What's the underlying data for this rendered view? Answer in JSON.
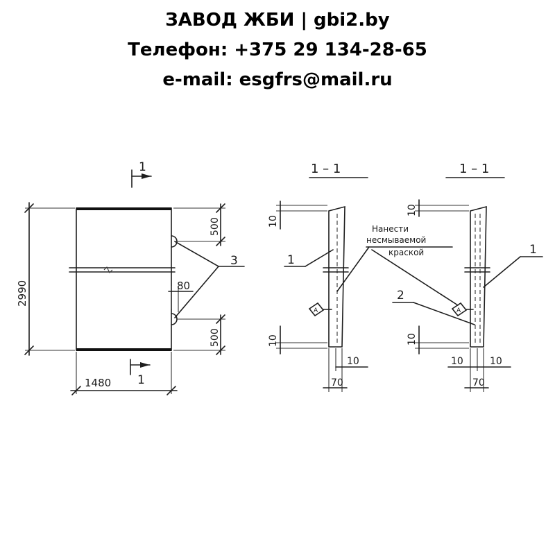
{
  "header": {
    "line1": "ЗАВОД ЖБИ | gbi2.by",
    "line2": "Телефон: +375 29 134-28-65",
    "line3": "e-mail: esgfrs@mail.ru"
  },
  "drawing": {
    "section_mark": "1",
    "height_dim": "2990",
    "width_dim": "1480",
    "dim_500": "500",
    "dim_80": "80",
    "callout_3": "3",
    "section_title": "1 – 1",
    "dim_10": "10",
    "dim_70": "70",
    "callout_1": "1",
    "callout_2": "2",
    "note_line1": "Нанести",
    "note_line2": "несмываемой",
    "note_line3": "краской",
    "mark_a": "А"
  }
}
